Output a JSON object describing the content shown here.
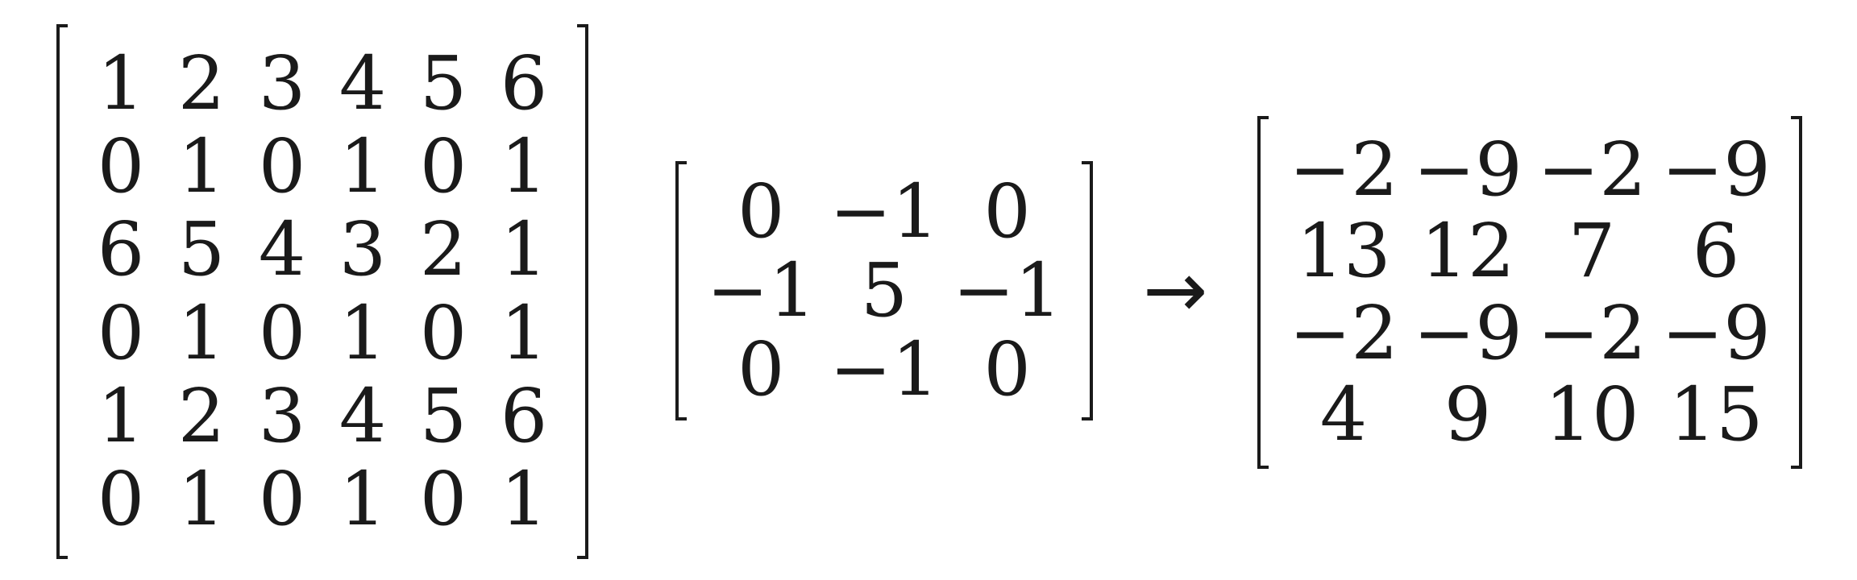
{
  "input_matrix": {
    "rows": [
      [
        "1",
        "2",
        "3",
        "4",
        "5",
        "6"
      ],
      [
        "0",
        "1",
        "0",
        "1",
        "0",
        "1"
      ],
      [
        "6",
        "5",
        "4",
        "3",
        "2",
        "1"
      ],
      [
        "0",
        "1",
        "0",
        "1",
        "0",
        "1"
      ],
      [
        "1",
        "2",
        "3",
        "4",
        "5",
        "6"
      ],
      [
        "0",
        "1",
        "0",
        "1",
        "0",
        "1"
      ]
    ]
  },
  "kernel_matrix": {
    "rows": [
      [
        "0",
        "−1",
        "0"
      ],
      [
        "−1",
        "5",
        "−1"
      ],
      [
        "0",
        "−1",
        "0"
      ]
    ]
  },
  "arrow_symbol": "→",
  "output_matrix": {
    "rows": [
      [
        "−2",
        "−9",
        "−2",
        "−9"
      ],
      [
        "13",
        "12",
        "7",
        "6"
      ],
      [
        "−2",
        "−9",
        "−2",
        "−9"
      ],
      [
        "4",
        "9",
        "10",
        "15"
      ]
    ]
  }
}
